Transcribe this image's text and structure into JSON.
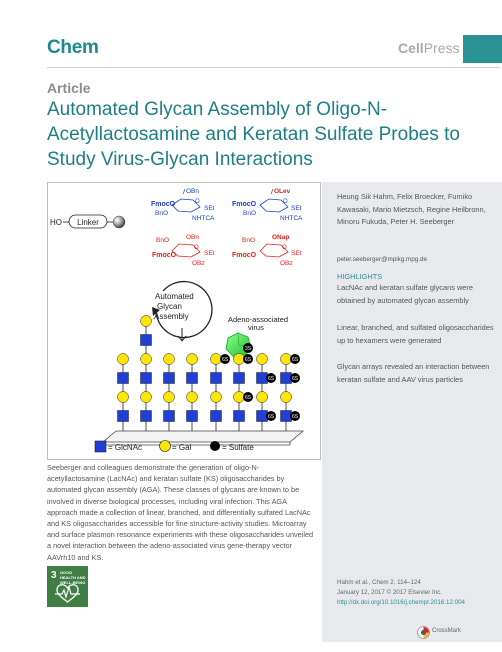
{
  "header": {
    "journal_logo": "Chem",
    "publisher_logo_bold": "Cell",
    "publisher_logo_light": "Press",
    "accent_color": "#2a9295"
  },
  "article_label": "Article",
  "title": "Automated Glycan Assembly of Oligo-N-Acetyllactosamine and Keratan Sulfate Probes to Study Virus-Glycan Interactions",
  "sidebar": {
    "authors": "Heung Sik Hahm, Felix Broecker, Fumiko Kawasaki, Mario Mietzsch, Regine Heilbronn, Minoru Fukuda, Peter H. Seeberger",
    "email": "peter.seeberger@mpikg.mpg.de",
    "highlights_label": "HIGHLIGHTS",
    "highlights": [
      "LacNAc and keratan sulfate glycans were obtained by automated glycan assembly",
      "Linear, branched, and sulfated oligosaccharides up to hexamers were generated",
      "Glycan arrays revealed an interaction between keratan sulfate and AAV virus particles"
    ],
    "citation_line1": "Hahm et al., Chem 2, 114–124",
    "citation_line2": "January 12, 2017 © 2017 Elsevier Inc.",
    "doi": "http://dx.doi.org/10.1016/j.chempr.2016.12.004"
  },
  "summary": "Seeberger and colleagues demonstrate the generation of oligo-N-acetyllactosamine (LacNAc) and keratan sulfate (KS) oligosaccharides by automated glycan assembly (AGA). These classes of glycans are known to be involved in diverse biological processes, including viral infection. This AGA approach made a collection of linear, branched, and differentially sulfated LacNAc and KS oligosaccharides accessible for fine structure-activity studies. Microarray and surface plasmon resonance experiments with these oligosaccharides unveiled a novel interaction between the adeno-associated virus gene-therapy vector AAVrh10 and KS.",
  "figure": {
    "linker_prefix": "HO",
    "linker_label": "Linker",
    "bb1": {
      "group": "FmocO",
      "top": "OBn",
      "bno": "BnO",
      "set": "SEt",
      "nh": "NHTCA"
    },
    "bb2": {
      "group": "FmocO",
      "top": "OLev",
      "bno": "BnO",
      "set": "SEt",
      "nh": "NHTCA"
    },
    "bb3": {
      "bno": "BnO",
      "top": "OBn",
      "group": "FmocO",
      "set": "SEt",
      "obz": "OBz"
    },
    "bb4": {
      "bno": "BnO",
      "top": "ONap",
      "group": "FmocO",
      "set": "SEt",
      "obz": "OBz"
    },
    "aga_line1": "Automated",
    "aga_line2": "Glycan",
    "aga_line3": "Assembly",
    "virus_label_line1": "Adeno-associated",
    "virus_label_line2": "virus",
    "sulfate_marker": "6S",
    "sulfate_marker_3s": "3S",
    "legend_glcnac": "= GlcNAc",
    "legend_gal": "= Gal",
    "legend_sulfate": "= Sulfate",
    "colors": {
      "glcnac": "#1f3fd6",
      "gal": "#ffe600",
      "sulfate": "#000000",
      "virus": "#33dd44",
      "blue_text": "#1a3fc8",
      "red_text": "#e0201b"
    }
  },
  "sdg": {
    "number": "3",
    "text": "GOOD HEALTH AND WELL-BEING"
  },
  "crossmark_label": "CrossMark"
}
